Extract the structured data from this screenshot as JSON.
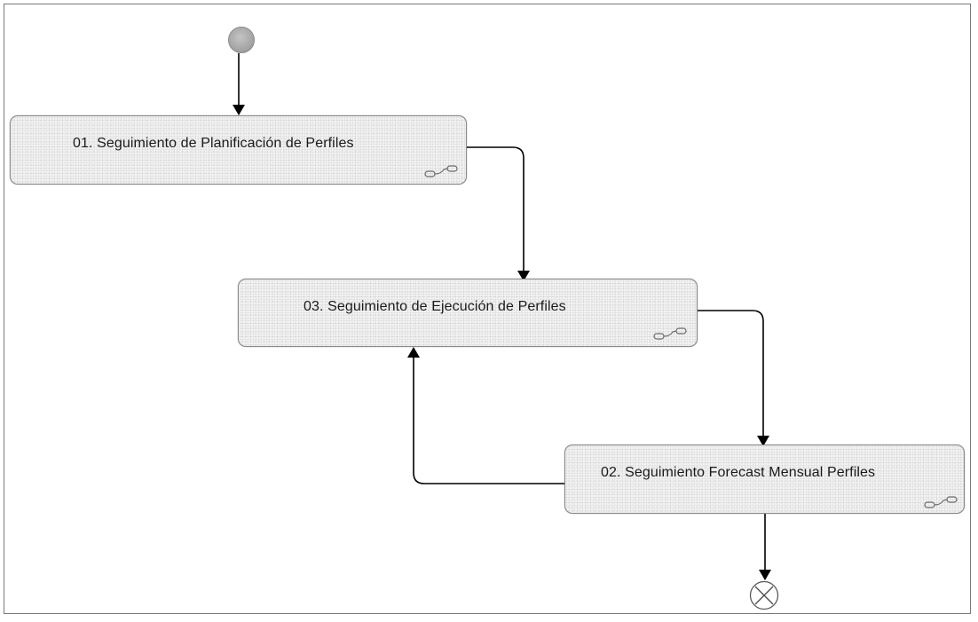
{
  "diagram": {
    "start_event": {
      "icon": "start-event-circle-icon"
    },
    "end_event": {
      "icon": "terminate-end-event-icon"
    },
    "tasks": [
      {
        "id": "task-01",
        "label": "01. Seguimiento de Planificación de Perfiles",
        "icon": "subprocess-link-icon"
      },
      {
        "id": "task-03",
        "label": "03. Seguimiento de Ejecución de Perfiles",
        "icon": "subprocess-link-icon"
      },
      {
        "id": "task-02",
        "label": "02. Seguimiento Forecast Mensual Perfiles",
        "icon": "subprocess-link-icon"
      }
    ],
    "flows": [
      {
        "from": "start",
        "to": "task-01"
      },
      {
        "from": "task-01",
        "to": "task-03"
      },
      {
        "from": "task-03",
        "to": "task-02"
      },
      {
        "from": "task-02",
        "to": "task-03"
      },
      {
        "from": "task-02",
        "to": "end"
      }
    ],
    "colors": {
      "task_fill": "#f3f3f3",
      "task_border": "#8a8a8a",
      "flow_line": "#000000",
      "start_fill": "#a6a6a6"
    }
  }
}
